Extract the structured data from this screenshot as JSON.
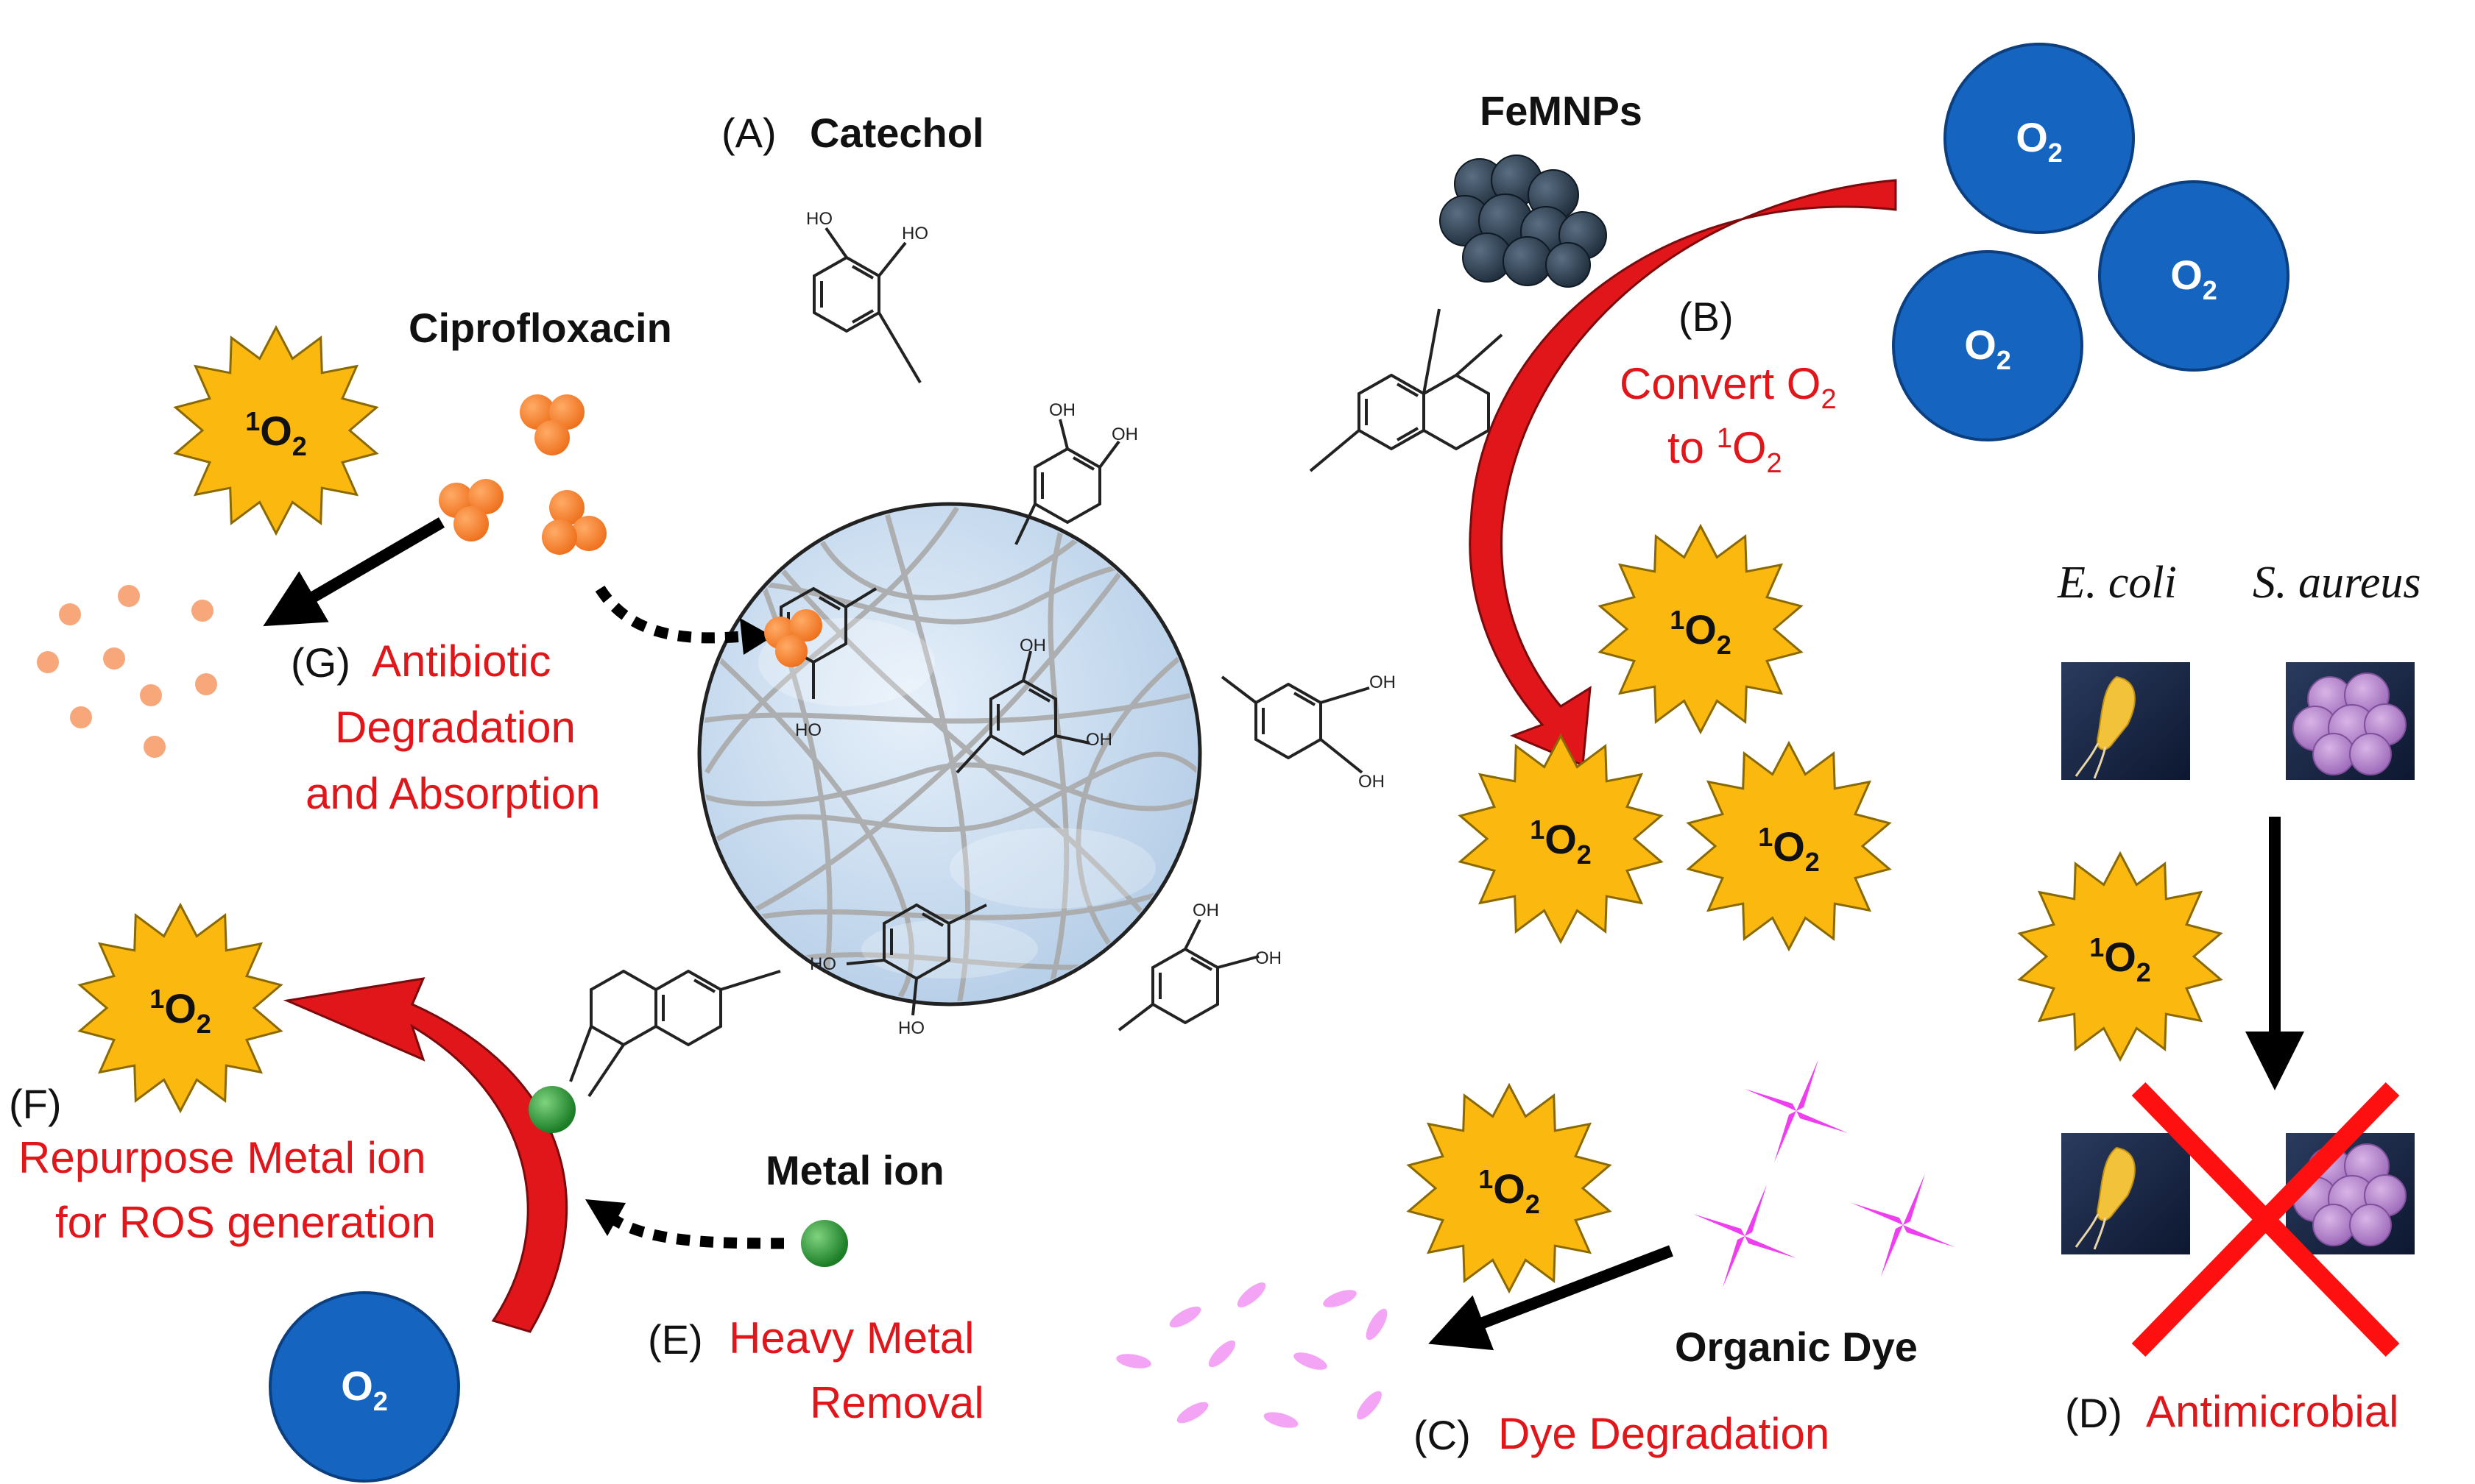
{
  "labels": {
    "a_letter": "(A)",
    "catechol": "Catechol",
    "femnps": "FeMNPs",
    "b_letter": "(B)",
    "convert_line1": "Convert O",
    "convert_sub": "2",
    "convert_line2": "to ",
    "convert_sup": "1",
    "convert_o": "O",
    "convert_sub2": "2",
    "ciprofloxacin": "Ciprofloxacin",
    "g_letter": "(G)",
    "g_text_1": "Antibiotic",
    "g_text_2": "Degradation",
    "g_text_3": "and Absorption",
    "e_coli": "E. coli",
    "s_aureus": "S. aureus",
    "f_letter": "(F)",
    "f_text_1": "Repurpose Metal ion",
    "f_text_2": "for ROS generation",
    "metal_ion": "Metal ion",
    "e_letter": "(E)",
    "e_text_1": "Heavy Metal",
    "e_text_2": "Removal",
    "organic_dye": "Organic Dye",
    "c_letter": "(C)",
    "c_text": "Dye Degradation",
    "d_letter": "(D)",
    "d_text": "Antimicrobial"
  },
  "chem": {
    "oh": "OH",
    "ho": "HO"
  },
  "species": {
    "oxygen": {
      "main": "O",
      "sub": "2"
    },
    "singlet": {
      "sup": "1",
      "main": "O",
      "sub": "2"
    }
  },
  "colors": {
    "red_text": "#e0161b",
    "oxygen_blue": "#1565c0",
    "star_gold": "#fbb90f",
    "cipro_orange": "#f58634",
    "dye_magenta": "#ee3ef0",
    "metal_green": "#2e9d3a",
    "sphere_fill": "#c9ddf0"
  }
}
